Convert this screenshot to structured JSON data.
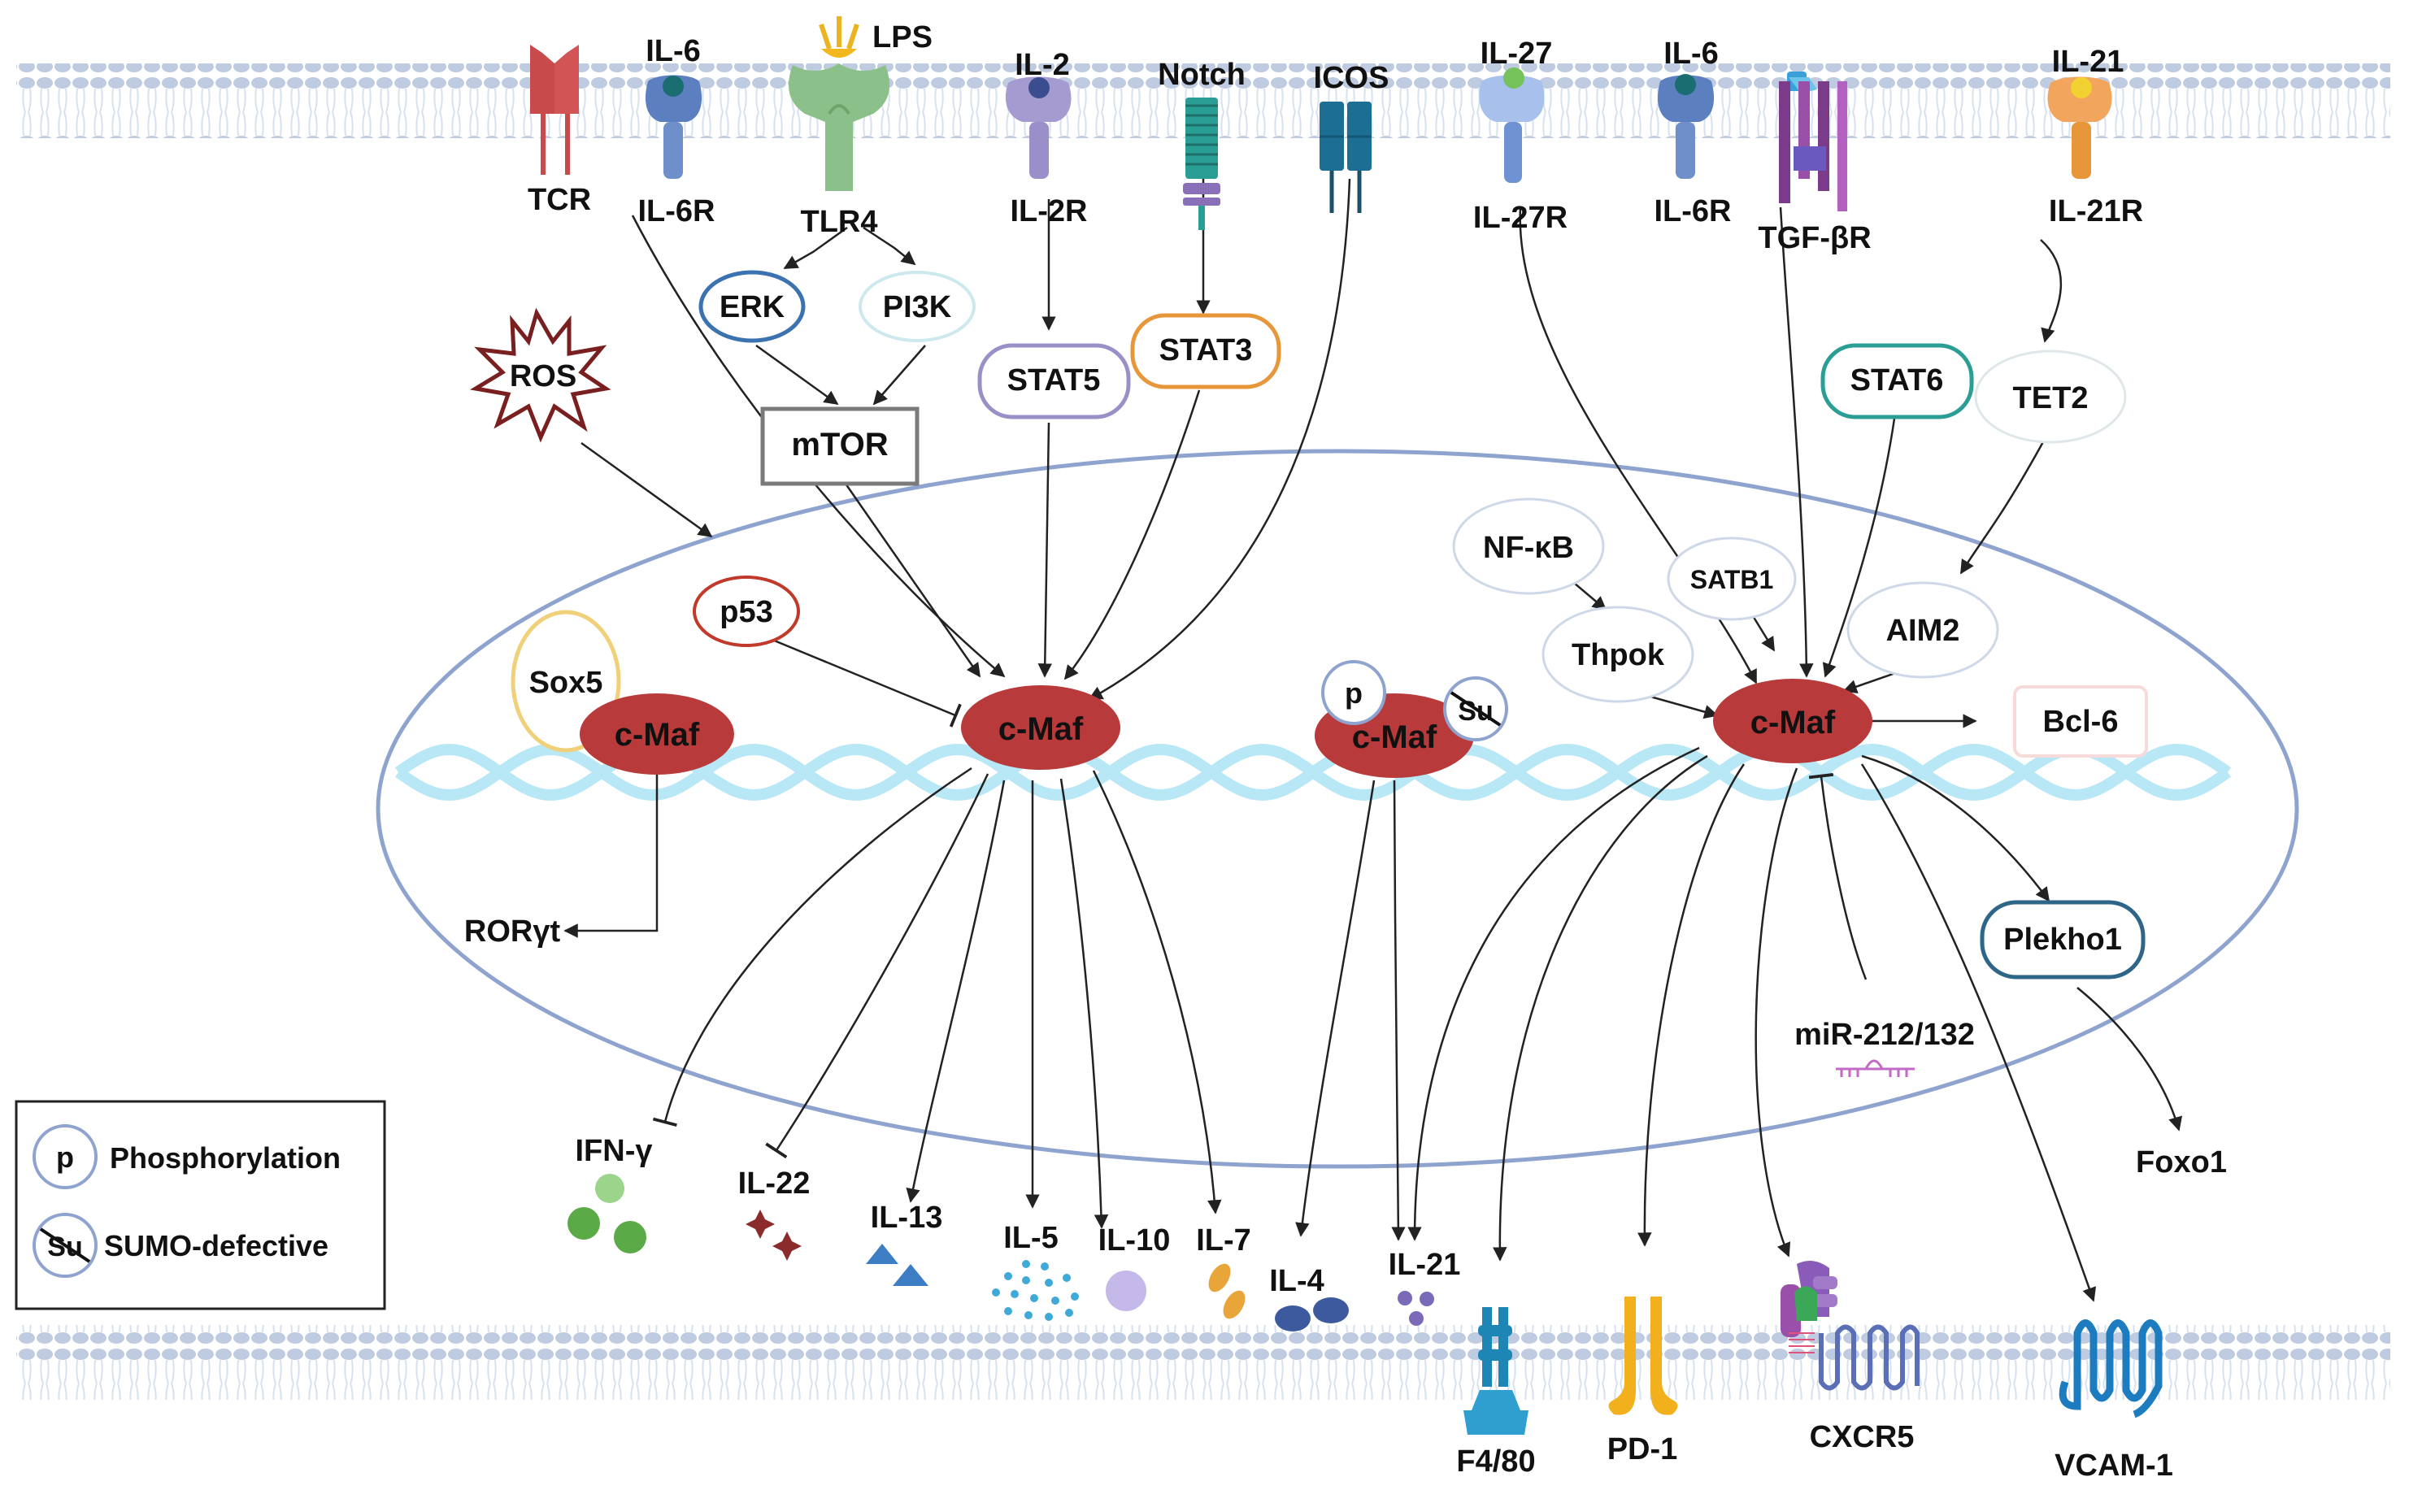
{
  "receptors": {
    "tcr": "TCR",
    "il6_ligand": "IL-6",
    "il6r": "IL-6R",
    "lps": "LPS",
    "tlr4": "TLR4",
    "il2": "IL-2",
    "il2r": "IL-2R",
    "notch": "Notch",
    "icos": "ICOS",
    "il27": "IL-27",
    "il27r": "IL-27R",
    "il6_ligand_2": "IL-6",
    "il6r_2": "IL-6R",
    "tgfbr": "TGF-βR",
    "il21": "IL-21",
    "il21r": "IL-21R"
  },
  "nodes": {
    "erk": "ERK",
    "pi3k": "PI3K",
    "mtor": "mTOR",
    "ros": "ROS",
    "stat5": "STAT5",
    "stat3": "STAT3",
    "stat6": "STAT6",
    "tet2": "TET2",
    "p53": "p53",
    "sox5": "Sox5",
    "cmaf_1": "c-Maf",
    "cmaf_2": "c-Maf",
    "cmaf_3": "c-Maf",
    "cmaf_4": "c-Maf",
    "p": "p",
    "su": "Su",
    "nfkb": "NF-κB",
    "satb1": "SATB1",
    "thpok": "Thpok",
    "aim2": "AIM2",
    "bcl6": "Bcl-6",
    "plekho1": "Plekho1",
    "rorgt": "RORγt",
    "mir": "miR-212/132",
    "foxo1": "Foxo1"
  },
  "cytokines": {
    "ifng": "IFN-γ",
    "il22": "IL-22",
    "il13": "IL-13",
    "il5": "IL-5",
    "il10": "IL-10",
    "il7": "IL-7",
    "il4": "IL-4",
    "il21": "IL-21"
  },
  "surface": {
    "f480": "F4/80",
    "pd1": "PD-1",
    "cxcr5": "CXCR5",
    "vcam1": "VCAM-1"
  },
  "legend": {
    "p_symbol": "p",
    "p_label": "Phosphorylation",
    "su_symbol": "Su",
    "su_label": "SUMO-defective"
  },
  "colors": {
    "cmaf": "#b83a3a",
    "membrane": "#b8c6dd",
    "dna": "#bfe9f7",
    "nucleus": "#8fa3cf",
    "stat5": "#9b8fc7",
    "stat3": "#e8963a",
    "stat6": "#2a9d95",
    "erk": "#3b73b0",
    "plekho1": "#2d6688",
    "sox5": "#f0d078",
    "p53": "#c0392b",
    "ros": "#7a1f1f"
  }
}
